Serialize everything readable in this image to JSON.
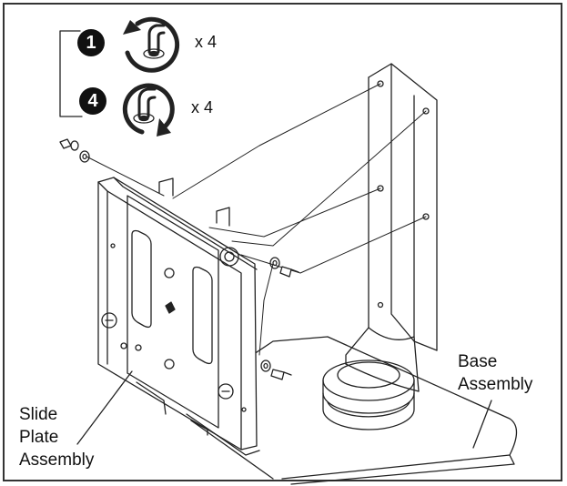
{
  "steps": [
    {
      "number": "1",
      "multiplier": "x 4",
      "icon": "rotate-counterclockwise-icon"
    },
    {
      "number": "4",
      "multiplier": "x 4",
      "icon": "rotate-clockwise-icon"
    }
  ],
  "labels": {
    "slide_plate": [
      "Slide",
      "Plate",
      "Assembly"
    ],
    "base": [
      "Base",
      "Assembly"
    ]
  }
}
